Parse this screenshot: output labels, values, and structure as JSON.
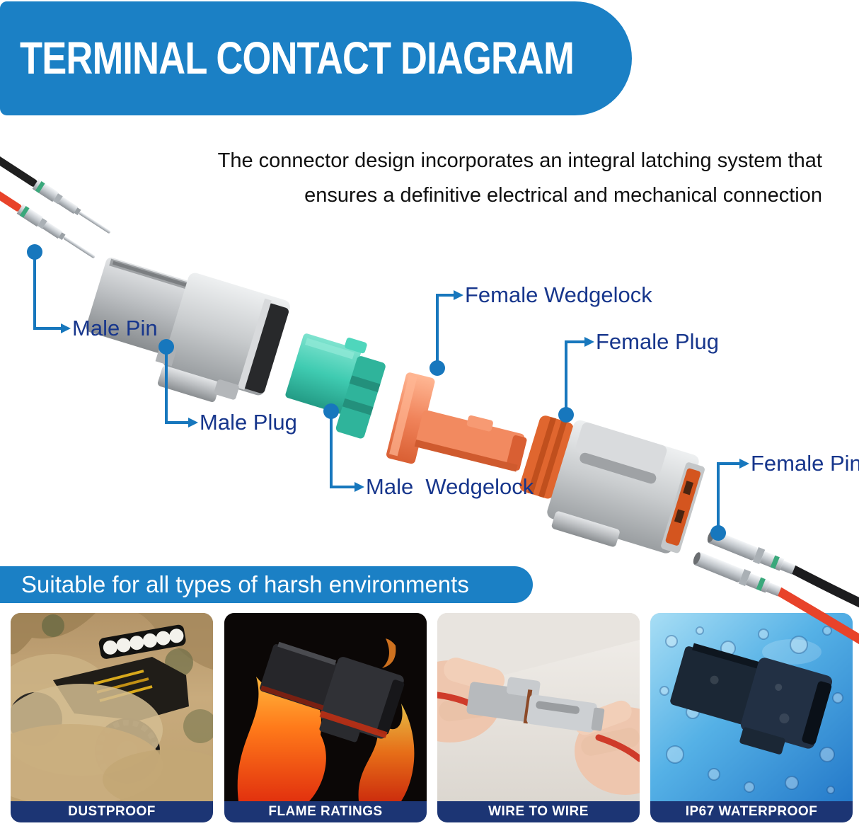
{
  "banner": {
    "title": "TERMINAL CONTACT DIAGRAM"
  },
  "description": {
    "line1": "The connector design incorporates an integral latching system that",
    "line2": "ensures a definitive electrical and mechanical connection"
  },
  "diagram": {
    "labels": {
      "male_pin": "Male Pin",
      "male_plug": "Male Plug",
      "male_wedgelock": "Male  Wedgelock",
      "female_wedgelock": "Female Wedgelock",
      "female_plug": "Female Plug",
      "female_pin": "Female Pin"
    }
  },
  "environment_banner": {
    "text": "Suitable for all types of harsh environments"
  },
  "tiles": [
    {
      "caption": "DUSTPROOF",
      "image_subject": "off-road race vehicle kicking up dust"
    },
    {
      "caption": "FLAME RATINGS",
      "image_subject": "black connector housing in flames"
    },
    {
      "caption": "WIRE TO WIRE",
      "image_subject": "hands joining two connector halves with red wires"
    },
    {
      "caption": "IP67 WATERPROOF",
      "image_subject": "dark connector covered in water droplets"
    }
  ],
  "colors": {
    "banner_blue": "#1b80c5",
    "label_navy": "#17368c",
    "leader_blue": "#1777bd",
    "caption_navy": "#1c3574",
    "wedgelock_teal": "#3fcbb1",
    "wedgelock_orange": "#f0835a",
    "seal_orange": "#dd6430",
    "wire_red": "#e8432a",
    "wire_black": "#1c1c1e"
  }
}
